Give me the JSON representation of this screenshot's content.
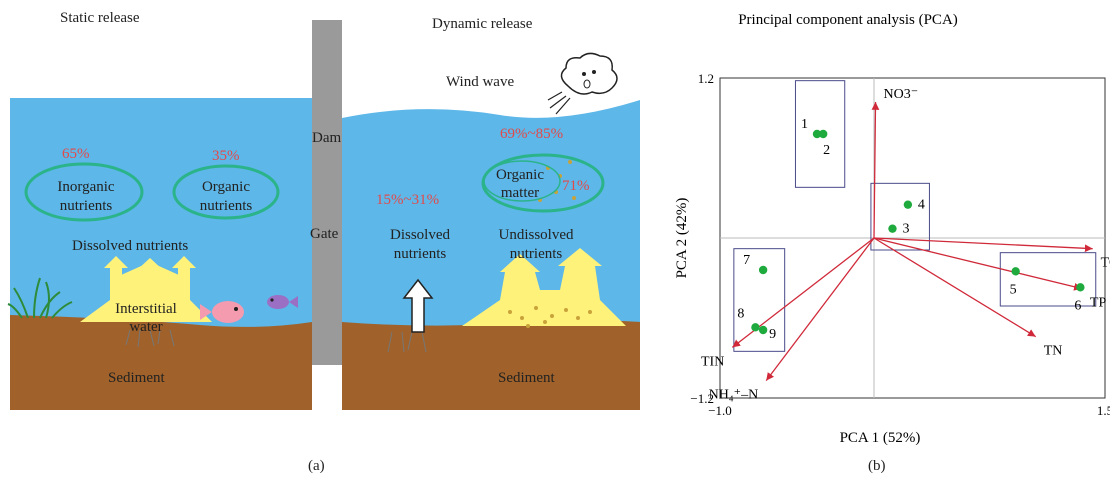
{
  "panel_a": {
    "static_title": "Static release",
    "dynamic_title": "Dynamic release",
    "wind_label": "Wind wave",
    "dam_label": "Dam",
    "gate_label": "Gate",
    "pct_inorganic": "65%",
    "pct_organic": "35%",
    "pct_undissolved": "69%~85%",
    "pct_dissolved_dyn": "15%~31%",
    "pct_organic_matter": "71%",
    "inorganic_line1": "Inorganic",
    "inorganic_line2": "nutrients",
    "organic_line1": "Organic",
    "organic_line2": "nutrients",
    "organic_matter_line1": "Organic",
    "organic_matter_line2": "matter",
    "dissolved_static": "Dissolved nutrients",
    "dissolved_dyn_line1": "Dissolved",
    "dissolved_dyn_line2": "nutrients",
    "undissolved_line1": "Undissolved",
    "undissolved_line2": "nutrients",
    "interstitial_line1": "Interstitial",
    "interstitial_line2": "water",
    "sediment_left": "Sediment",
    "sediment_right": "Sediment",
    "caption": "(a)"
  },
  "panel_b": {
    "caption": "(b)"
  },
  "colors": {
    "water": "#5db7e8",
    "sediment": "#a0622a",
    "dam": "#9a9a9a",
    "ellipse": "#2bb38a",
    "arrow_yellow": "#fff27a",
    "point": "#1faa3e",
    "vector": "#d02a3a",
    "box": "#4a4a8a"
  },
  "chart_data": {
    "type": "scatter",
    "title": "Principal component analysis (PCA)",
    "xlabel": "PCA 1 (52%)",
    "ylabel": "PCA 2 (42%)",
    "xlim": [
      -1.0,
      1.5
    ],
    "ylim": [
      -1.2,
      1.2
    ],
    "x_ticks": [
      "−1.0",
      "1.5"
    ],
    "y_ticks": [
      "1.2",
      "−1.2"
    ],
    "points": [
      {
        "label": "1",
        "x": -0.37,
        "y": 0.78
      },
      {
        "label": "2",
        "x": -0.33,
        "y": 0.78
      },
      {
        "label": "3",
        "x": 0.12,
        "y": 0.07
      },
      {
        "label": "4",
        "x": 0.22,
        "y": 0.25
      },
      {
        "label": "5",
        "x": 0.92,
        "y": -0.25
      },
      {
        "label": "6",
        "x": 1.34,
        "y": -0.37
      },
      {
        "label": "7",
        "x": -0.72,
        "y": -0.24
      },
      {
        "label": "8",
        "x": -0.77,
        "y": -0.67
      },
      {
        "label": "9",
        "x": -0.72,
        "y": -0.69
      }
    ],
    "vectors": [
      {
        "label": "NO3⁻",
        "x": 0.01,
        "y": 1.02
      },
      {
        "label": "TON",
        "x": 1.42,
        "y": -0.08
      },
      {
        "label": "TP",
        "x": 1.35,
        "y": -0.38
      },
      {
        "label": "TN",
        "x": 1.05,
        "y": -0.74
      },
      {
        "label": "TIN",
        "x": -0.92,
        "y": -0.82
      },
      {
        "label": "NH₄⁺–N",
        "x": -0.7,
        "y": -1.07
      }
    ],
    "groups": [
      {
        "points": [
          "1",
          "2"
        ]
      },
      {
        "points": [
          "3",
          "4"
        ]
      },
      {
        "points": [
          "5",
          "6"
        ]
      },
      {
        "points": [
          "7",
          "8",
          "9"
        ]
      }
    ],
    "grid": false,
    "zero_lines": true
  }
}
